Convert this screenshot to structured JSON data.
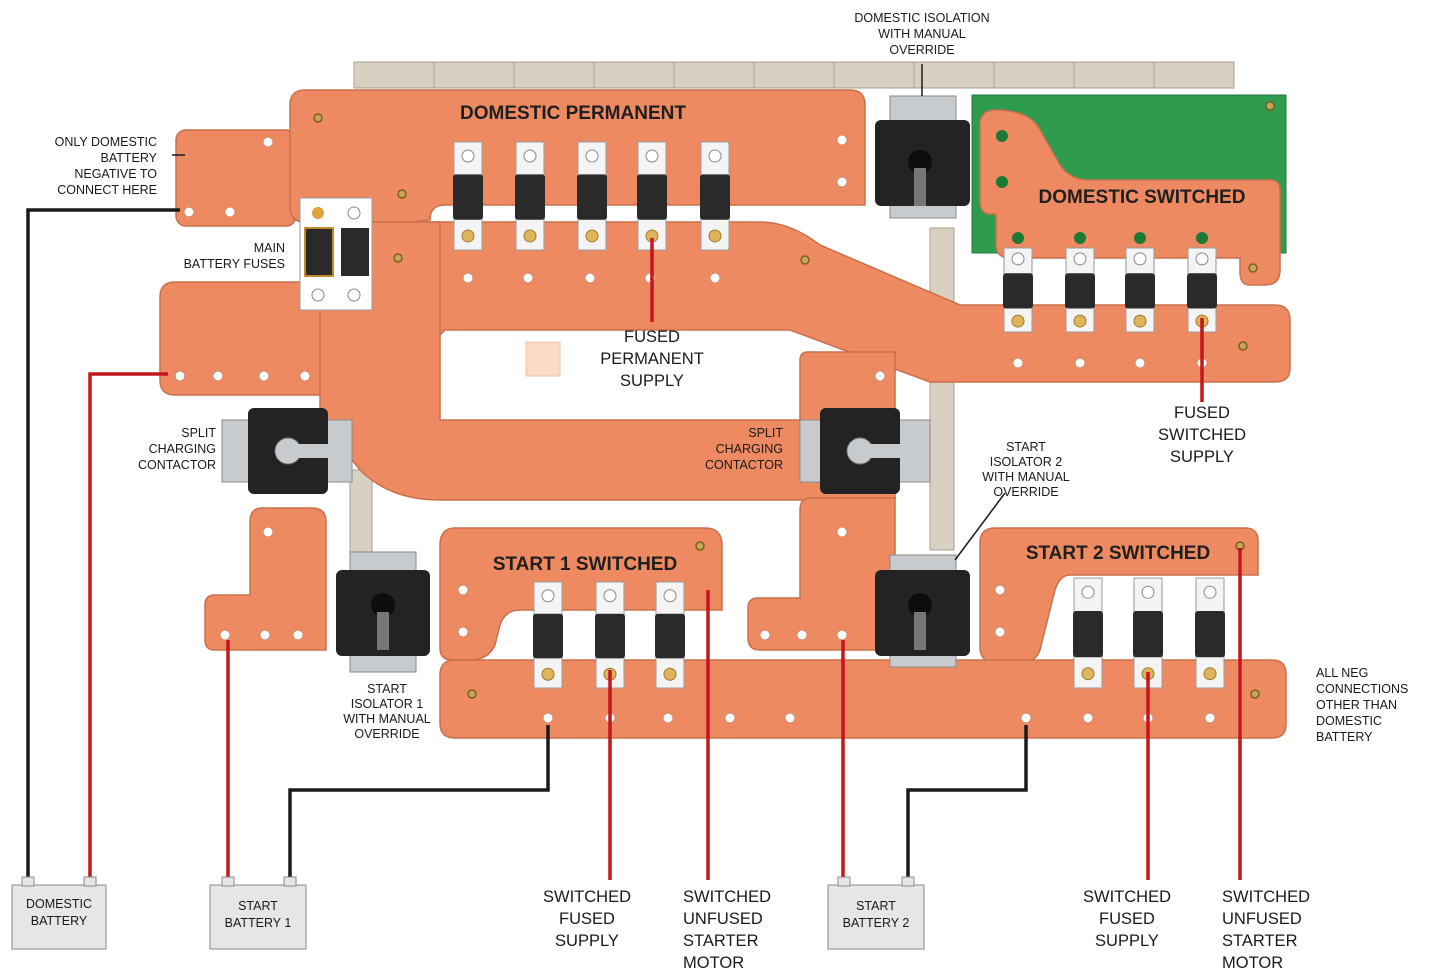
{
  "buses": {
    "domestic_permanent": "DOMESTIC PERMANENT",
    "domestic_switched": "DOMESTIC SWITCHED",
    "start1_switched": "START 1 SWITCHED",
    "start2_switched": "START 2 SWITCHED"
  },
  "labels": {
    "domestic_isolation": [
      "DOMESTIC ISOLATION",
      "WITH MANUAL",
      "OVERRIDE"
    ],
    "only_domestic_negative": [
      "ONLY DOMESTIC",
      "BATTERY",
      "NEGATIVE TO",
      "CONNECT HERE"
    ],
    "main_battery_fuses": [
      "MAIN",
      "BATTERY FUSES"
    ],
    "fused_permanent_supply": [
      "FUSED",
      "PERMANENT",
      "SUPPLY"
    ],
    "fused_switched_supply": [
      "FUSED",
      "SWITCHED",
      "SUPPLY"
    ],
    "split_charging_left": [
      "SPLIT",
      "CHARGING",
      "CONTACTOR"
    ],
    "split_charging_right": [
      "SPLIT",
      "CHARGING",
      "CONTACTOR"
    ],
    "start_isolator_2": [
      "START",
      "ISOLATOR 2",
      "WITH MANUAL",
      "OVERRIDE"
    ],
    "start_isolator_1": [
      "START",
      "ISOLATOR 1",
      "WITH MANUAL",
      "OVERRIDE"
    ],
    "all_neg_connections": [
      "ALL NEG",
      "CONNECTIONS",
      "OTHER THAN",
      "DOMESTIC",
      "BATTERY"
    ],
    "switched_fused_supply_1": [
      "SWITCHED",
      "FUSED",
      "SUPPLY"
    ],
    "switched_unfused_1": [
      "SWITCHED",
      "UNFUSED",
      "STARTER",
      "MOTOR"
    ],
    "switched_fused_supply_2": [
      "SWITCHED",
      "FUSED",
      "SUPPLY"
    ],
    "switched_unfused_2": [
      "SWITCHED",
      "UNFUSED",
      "STARTER",
      "MOTOR"
    ]
  },
  "batteries": {
    "domestic": [
      "DOMESTIC",
      "BATTERY"
    ],
    "start1": [
      "START",
      "BATTERY 1"
    ],
    "start2": [
      "START",
      "BATTERY 2"
    ]
  },
  "colors": {
    "copper": "#ee8a62",
    "copper_edge": "#c9704c",
    "insulator": "#d8d1c2",
    "pcb_green": "#2e9b4f",
    "positive_wire": "#c4161c",
    "negative_wire": "#1a1a1a",
    "switch_body": "#232323",
    "fuse_body": "#2a2a2a"
  },
  "icons": {
    "isolator": "isolator-switch-icon",
    "contactor": "contactor-icon",
    "fuse": "midi-fuse-icon",
    "battery": "battery-icon"
  }
}
